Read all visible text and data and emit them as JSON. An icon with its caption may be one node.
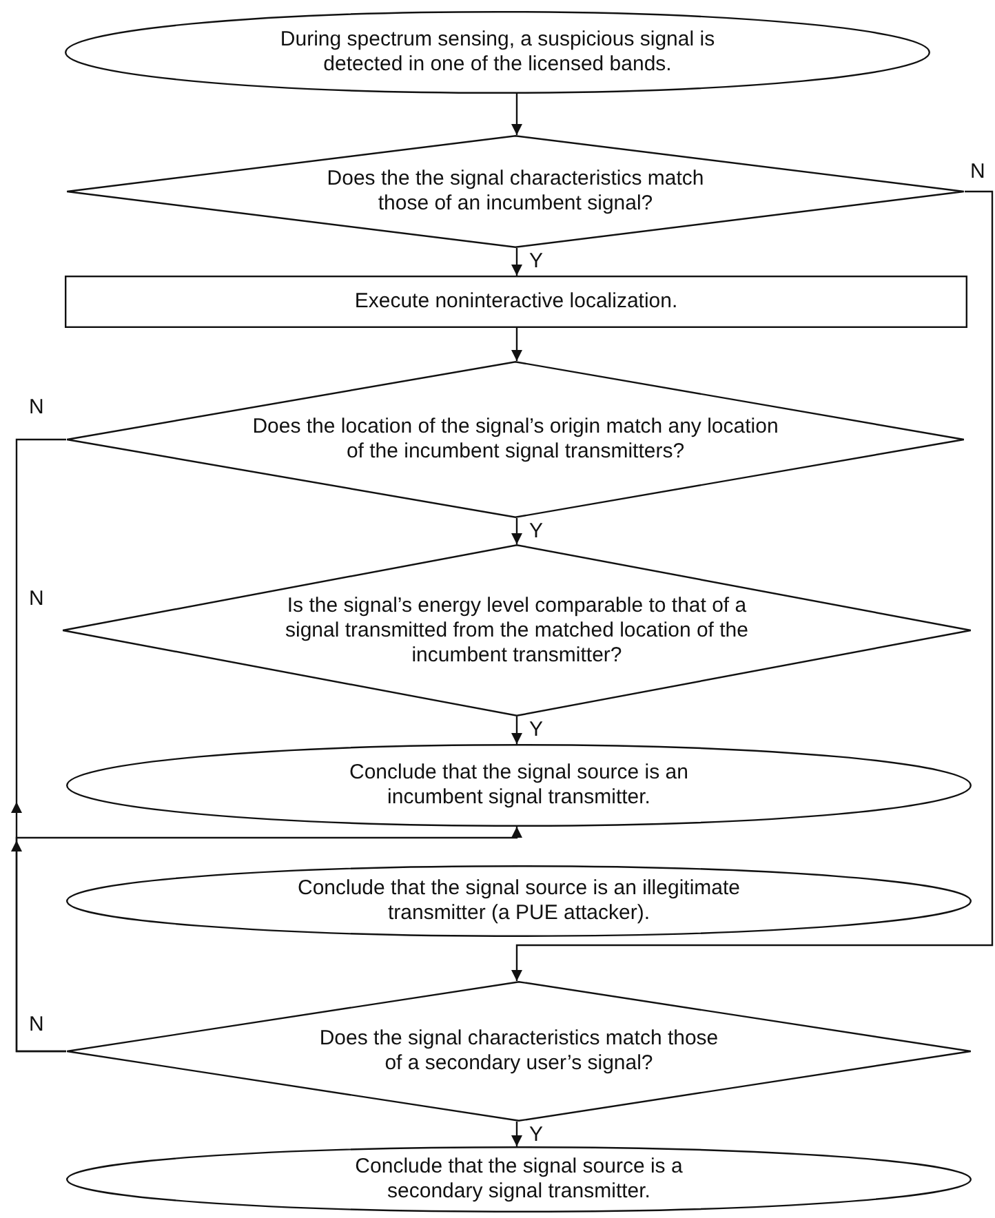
{
  "diagram": {
    "nodes": [
      {
        "text": [
          "During spectrum sensing, a suspicious signal is detected in one of the licensed bands."
        ]
      },
      {
        "text": [
          "Does the the signal characteristics match those of an incumbent signal?"
        ]
      },
      {
        "text": [
          "Execute noninteractive localization."
        ]
      },
      {
        "text": [
          "Does the location of the signal’s origin match any location of the incumbent signal transmitters?"
        ]
      },
      {
        "text": [
          "Is the signal’s energy level comparable to that of a signal transmitted from the matched location of the incumbent transmitter?"
        ]
      },
      {
        "text": [
          "Conclude that the signal source is an incumbent signal transmitter."
        ]
      },
      {
        "text": [
          "Conclude that the signal source is an illegitimate transmitter (a PUE attacker)."
        ]
      },
      {
        "text": [
          "Does the signal characteristics match those of a secondary user’s signal?"
        ]
      },
      {
        "text": [
          "Conclude that the signal source is a secondary signal transmitter."
        ]
      }
    ],
    "edges": [
      {
        "from": 0,
        "to": 1,
        "arrow": "to"
      },
      {
        "from": 1,
        "to": 2,
        "arrow": "to",
        "label": "Y"
      },
      {
        "from": 2,
        "to": 3,
        "arrow": "to"
      },
      {
        "from": 3,
        "to": 4,
        "arrow": "to",
        "label": "Y"
      },
      {
        "from": 4,
        "to": 5,
        "arrow": "to",
        "label": "Y"
      },
      {
        "from": 1,
        "to": 7,
        "arrow": "to",
        "label": "N"
      },
      {
        "from": 7,
        "to": 8,
        "arrow": "to",
        "label": "Y"
      },
      {
        "from": 7,
        "to": 5,
        "arrow": "to",
        "label": "N"
      },
      {
        "from": 7,
        "to": 3,
        "arrow": "to",
        "label": "N"
      }
    ],
    "labels": [
      "N"
    ]
  }
}
